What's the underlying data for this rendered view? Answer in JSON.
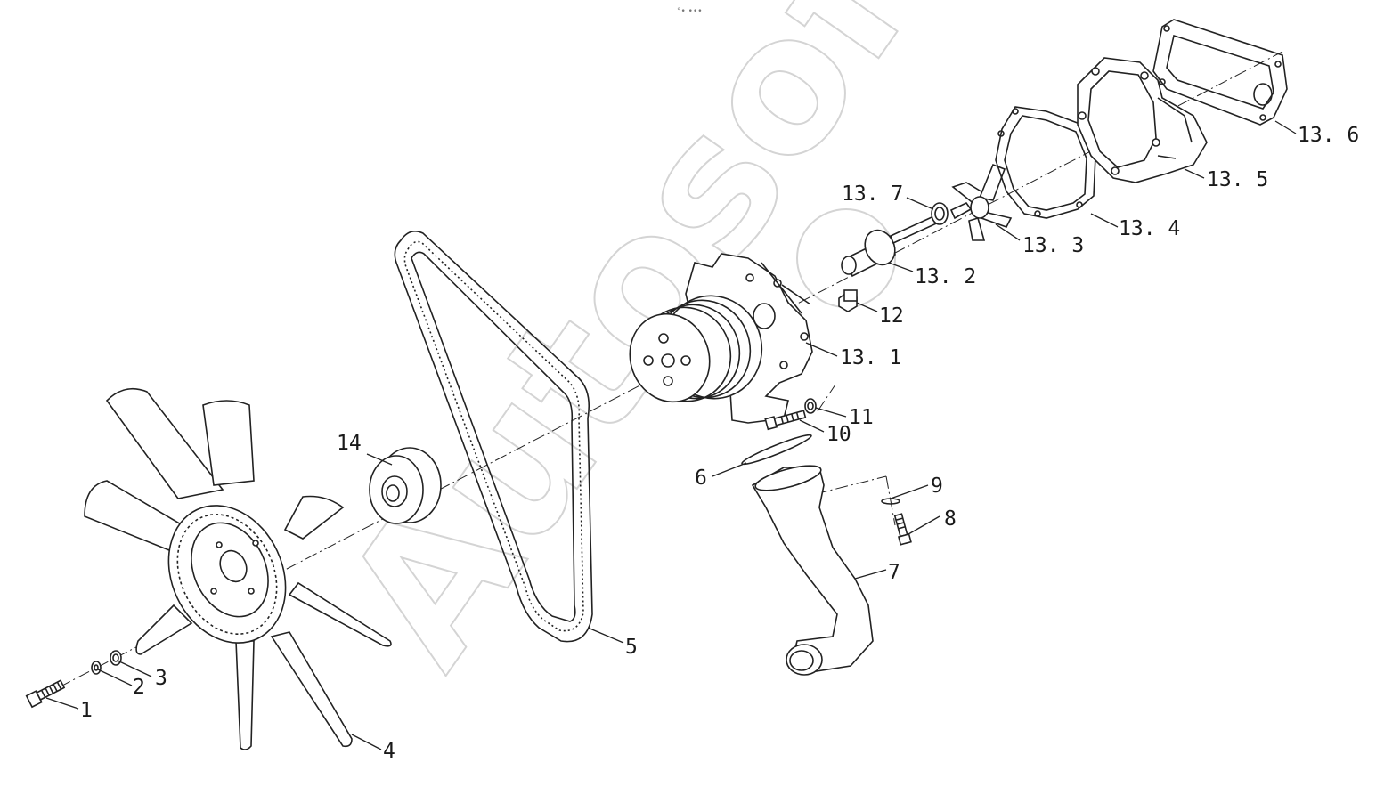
{
  "header": {
    "mark": "°• •••"
  },
  "watermark": {
    "text": "Autosoft"
  },
  "callouts": [
    {
      "id": "c1",
      "label": "1"
    },
    {
      "id": "c2",
      "label": "2"
    },
    {
      "id": "c3",
      "label": "3"
    },
    {
      "id": "c4",
      "label": "4"
    },
    {
      "id": "c5",
      "label": "5"
    },
    {
      "id": "c6",
      "label": "6"
    },
    {
      "id": "c7",
      "label": "7"
    },
    {
      "id": "c8",
      "label": "8"
    },
    {
      "id": "c9",
      "label": "9"
    },
    {
      "id": "c10",
      "label": "10"
    },
    {
      "id": "c11",
      "label": "11"
    },
    {
      "id": "c12",
      "label": "12"
    },
    {
      "id": "c13_1",
      "label": "13. 1"
    },
    {
      "id": "c13_2",
      "label": "13. 2"
    },
    {
      "id": "c13_3",
      "label": "13. 3"
    },
    {
      "id": "c13_4",
      "label": "13. 4"
    },
    {
      "id": "c13_5",
      "label": "13. 5"
    },
    {
      "id": "c13_6",
      "label": "13. 6"
    },
    {
      "id": "c13_7",
      "label": "13. 7"
    },
    {
      "id": "c14",
      "label": "14"
    }
  ]
}
